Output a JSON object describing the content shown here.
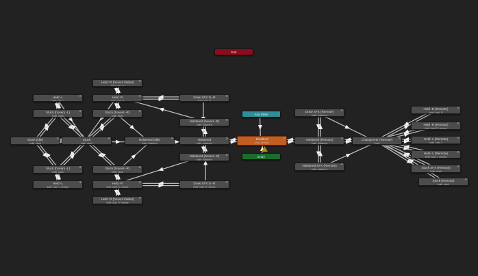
{
  "graph": {
    "special": {
      "exit": {
        "label": "Exit",
        "color": "#8f0b1c"
      },
      "any_state": {
        "label": "Any State",
        "color": "#2f8e96"
      },
      "entry": {
        "label": "Entry",
        "color": "#1a6e2a"
      },
      "disabled": {
        "label": "Disabled",
        "sub": "knife_disabled",
        "color": "#c35e23"
      }
    },
    "states": [
      {
        "id": "held_r_hovers_folded",
        "label": "Held -R (hovers folded)",
        "sub": "knife_hold_R"
      },
      {
        "id": "held_l",
        "label": "Held -L",
        "sub": "knife_hold_L"
      },
      {
        "id": "held_r",
        "label": "Held -R",
        "sub": "knife_hold_R"
      },
      {
        "id": "draw_sfx_r_top",
        "label": "Draw SFX to -R",
        "sub": "knife_hold_R"
      },
      {
        "id": "stuck_hover_l",
        "label": "Stuck (hovers -L)",
        "sub": "knife_stuck"
      },
      {
        "id": "stuck_hover_r",
        "label": "Stuck (hovers -R)",
        "sub": "knife_stuck"
      },
      {
        "id": "holstered_hover_r_top",
        "label": "Holstered (hovers -R)",
        "sub": "knife_holstered"
      },
      {
        "id": "stuck_idle",
        "label": "Stuck (idle)",
        "sub": "knife_stuck"
      },
      {
        "id": "stuck",
        "label": "Stuck",
        "sub": "knife_stuck"
      },
      {
        "id": "holstered_idle",
        "label": "Holstered (idle)",
        "sub": "knife_holstered"
      },
      {
        "id": "holstered",
        "label": "Holstered",
        "sub": "knife_holstered"
      },
      {
        "id": "holstered_hover_r_bot",
        "label": "Holstered (hovers -R)",
        "sub": "knife_holstered"
      },
      {
        "id": "stuck_hover_l2",
        "label": "Stuck (hovers -L)",
        "sub": "knife_stuck"
      },
      {
        "id": "stuck_hover_r2",
        "label": "Stuck (hovers -R)",
        "sub": "knife_stuck"
      },
      {
        "id": "held_l_bot",
        "label": "Held -L",
        "sub": "knife_hold_L_reverse"
      },
      {
        "id": "held_r_bot",
        "label": "Held -R",
        "sub": "knife_hold_R_reverse"
      },
      {
        "id": "draw_sfx_r_bot",
        "label": "Draw SFX to -R",
        "sub": "knife_hold_R_reverse"
      },
      {
        "id": "held_r_hovers_folded_bot",
        "label": "Held -R (hovers folded)",
        "sub": "knife_hold_R_reverse"
      },
      {
        "id": "draw_sfx_remote",
        "label": "Draw SFX (Remote)",
        "sub": "knife_holstered"
      },
      {
        "id": "holstered_remote",
        "label": "Holstered (Remote)",
        "sub": "knife_holstered"
      },
      {
        "id": "holstered_sfx_remote",
        "label": "Holstered SFX (Remote)",
        "sub": "knife_holstered"
      },
      {
        "id": "changeover_remote",
        "label": "Changeover (Remote)",
        "sub": "Entry"
      },
      {
        "id": "held_r_remote",
        "label": "Held -R (Remote)",
        "sub": "knife_hold_R"
      },
      {
        "id": "held_r_remote2",
        "label": "Held -R (Remote)",
        "sub": "knife_hold_R_reverse"
      },
      {
        "id": "held_l_remote",
        "label": "Held -L (Remote)",
        "sub": "knife_hold_L"
      },
      {
        "id": "held_l_remote2",
        "label": "Held -L (Remote)",
        "sub": "knife_hold_L_reverse"
      },
      {
        "id": "stuck_sfx_remote",
        "label": "Stuck SFX (Remote)",
        "sub": "knife_stuck"
      },
      {
        "id": "stuck_remote",
        "label": "Stuck (Remote)",
        "sub": "knife_stuck"
      }
    ]
  }
}
